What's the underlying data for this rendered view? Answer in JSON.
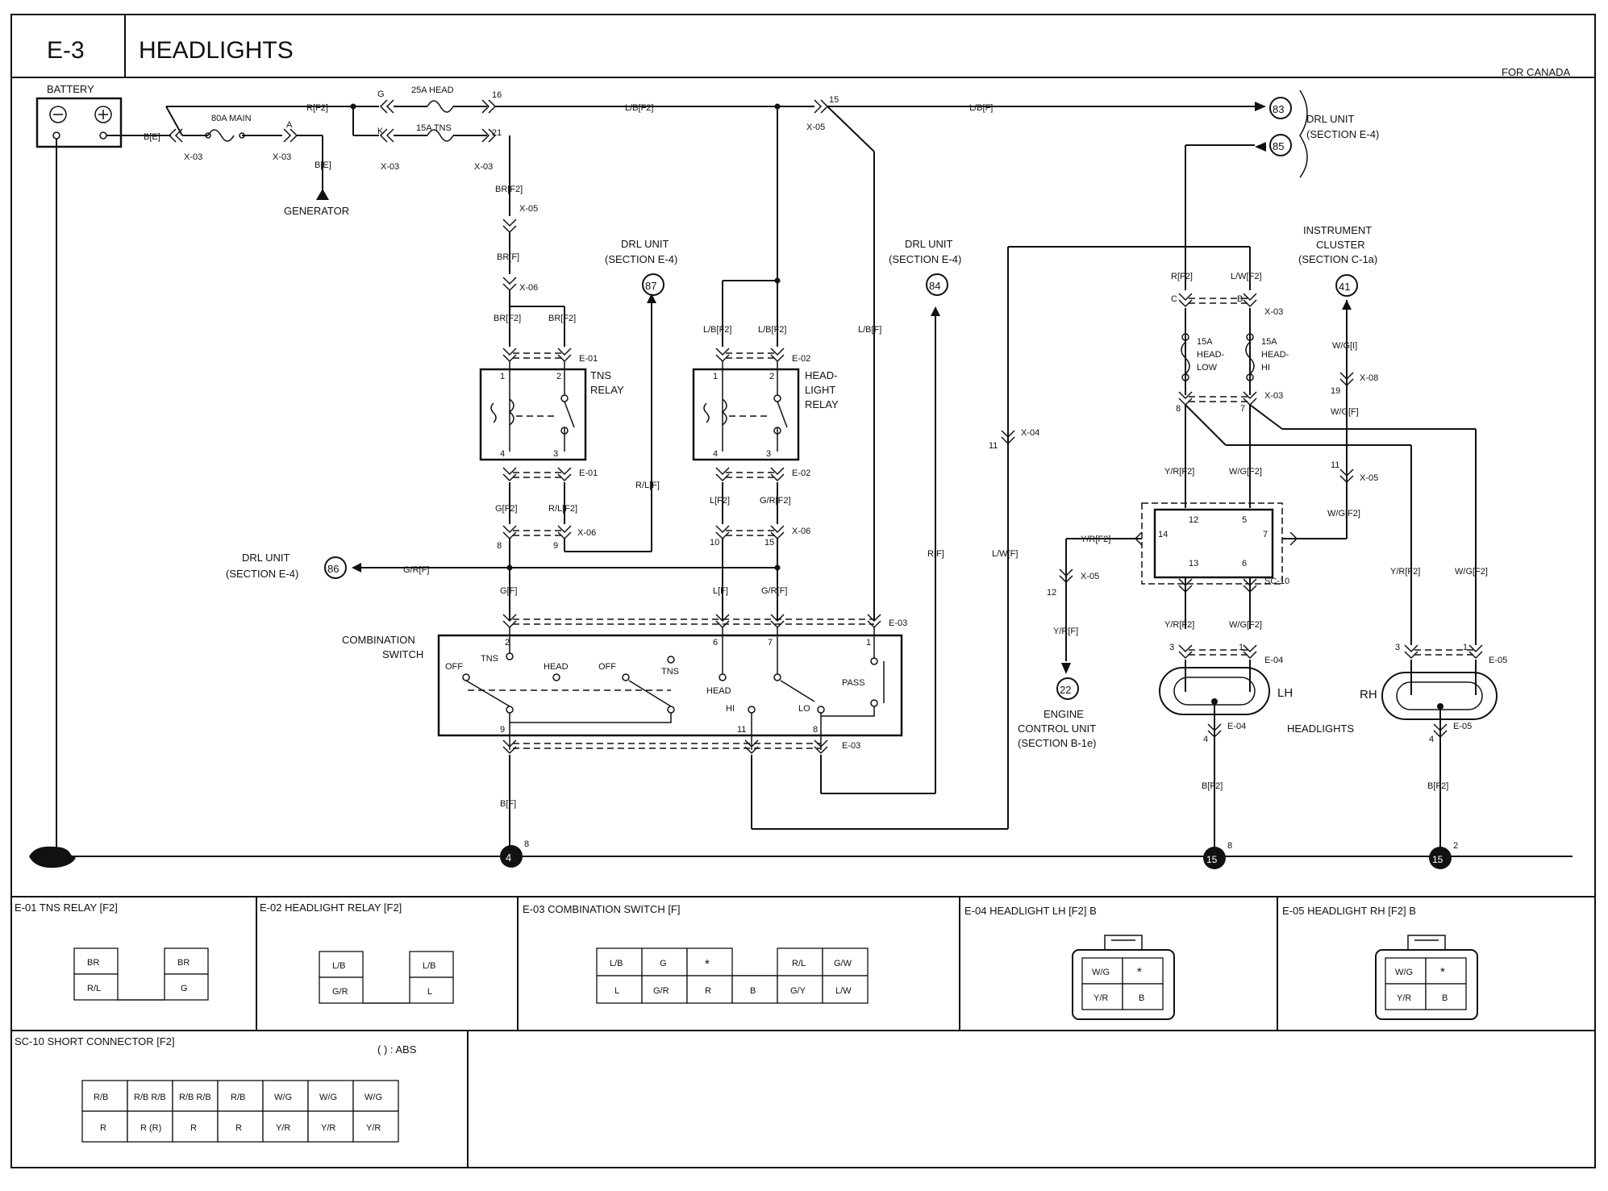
{
  "header": {
    "code": "E-3",
    "title": "HEADLIGHTS",
    "region": "FOR CANADA"
  },
  "power": {
    "battery": "BATTERY",
    "main_fuse": "80A MAIN",
    "head_fuse": "25A HEAD",
    "tns_fuse": "15A TNS",
    "generator": "GENERATOR",
    "wire_be": "B[E]",
    "wire_be2": "B[E]",
    "wire_rf2": "R[F2]",
    "wire_lbf2": "L/B[F2]",
    "wire_lbf": "L/B[F]",
    "x03": "X-03",
    "x05": "X-05",
    "pin_g": "G",
    "pin_k": "K",
    "pin_a": "A",
    "pin_16": "16",
    "pin_21": "21",
    "pin_15": "15"
  },
  "refs": {
    "drl_unit": "DRL UNIT",
    "drl_section": "(SECTION E-4)",
    "ref_83": "83",
    "ref_85": "85",
    "ref_87": "87",
    "ref_84": "84",
    "ref_86": "86",
    "ref_41": "41",
    "ref_22": "22",
    "ref_4": "4",
    "ref_15": "15",
    "instrument": "INSTRUMENT",
    "cluster": "CLUSTER",
    "cluster_section": "(SECTION C-1a)",
    "engine": "ENGINE",
    "control_unit": "CONTROL UNIT",
    "ecu_section": "(SECTION B-1e)"
  },
  "relays": {
    "tns_relay_1": "TNS",
    "tns_relay_2": "RELAY",
    "head_relay_1": "HEAD-",
    "head_relay_2": "LIGHT",
    "head_relay_3": "RELAY",
    "e01": "E-01",
    "e02": "E-02",
    "e03": "E-03",
    "x06": "X-06",
    "br_f2": "BR[F2]",
    "br_f": "BR[F]",
    "g_f2": "G[F2]",
    "rl_f2": "R/L[F2]",
    "rl_f": "R/L[F]",
    "l_f2": "L[F2]",
    "gr_f2": "G/R[F2]",
    "lb_f2": "L/B[F2]",
    "lb_f": "L/B[F]",
    "g_f": "G[F]",
    "l_f": "L[F]",
    "gr_f": "G/R[F]",
    "r_f": "R[F]",
    "lw_f": "L/W[F]",
    "b_f": "B[F]",
    "x04": "X-04"
  },
  "switch": {
    "title_1": "COMBINATION",
    "title_2": "SWITCH",
    "off": "OFF",
    "tns": "TNS",
    "head": "HEAD",
    "hi": "HI",
    "lo": "LO",
    "pass": "PASS"
  },
  "right": {
    "r_f2": "R[F2]",
    "lw_f2": "L/W[F2]",
    "fuse_low_1": "15A",
    "fuse_low_2": "HEAD-",
    "fuse_low_3": "LOW",
    "fuse_hi_1": "15A",
    "fuse_hi_2": "HEAD-",
    "fuse_hi_3": "HI",
    "yr_f2": "Y/R[F2]",
    "wg_f2": "W/G[F2]",
    "wg_i": "W/G[I]",
    "wg_f": "W/G[F]",
    "yr_f": "Y/R[F]",
    "x08": "X-08",
    "sc10": "SC-10",
    "e04": "E-04",
    "e05": "E-05",
    "lh": "LH",
    "rh": "RH",
    "headlights": "HEADLIGHTS",
    "bf2": "B[F2]"
  },
  "connectors": {
    "e01": {
      "title": "E-01 TNS RELAY [F2]",
      "cells": [
        "BR",
        "BR",
        "R/L",
        "G"
      ]
    },
    "e02": {
      "title": "E-02 HEADLIGHT RELAY [F2]",
      "cells": [
        "L/B",
        "L/B",
        "G/R",
        "L"
      ]
    },
    "e03": {
      "title": "E-03 COMBINATION SWITCH [F]",
      "top": [
        "L/B",
        "G",
        "*",
        "R/L",
        "G/W"
      ],
      "bottom": [
        "L",
        "G/R",
        "R",
        "B",
        "G/Y",
        "L/W"
      ]
    },
    "e04": {
      "title": "E-04 HEADLIGHT LH [F2] B",
      "cells": [
        "W/G",
        "*",
        "Y/R",
        "B"
      ]
    },
    "e05": {
      "title": "E-05 HEADLIGHT RH [F2] B",
      "cells": [
        "W/G",
        "*",
        "Y/R",
        "B"
      ]
    },
    "sc10": {
      "title": "SC-10 SHORT CONNECTOR [F2]",
      "abs": "(   ) : ABS",
      "top": [
        "R/B",
        "R/B R/B",
        "R/B R/B",
        "R/B",
        "W/G",
        "W/G",
        "W/G"
      ],
      "bottom": [
        "R",
        "R (R)",
        "R",
        "R",
        "Y/R",
        "Y/R",
        "Y/R"
      ]
    }
  }
}
